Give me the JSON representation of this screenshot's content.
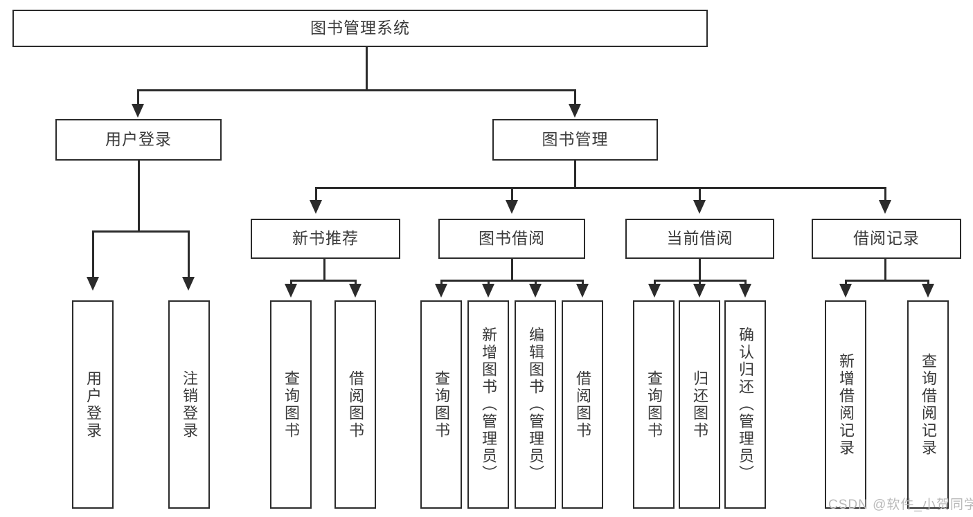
{
  "diagram": {
    "type": "tree",
    "title": "图书管理系统",
    "root": {
      "label": "图书管理系统"
    },
    "level1": [
      {
        "label": "用户登录"
      },
      {
        "label": "图书管理"
      }
    ],
    "level2": [
      {
        "label": "新书推荐",
        "parent": "图书管理"
      },
      {
        "label": "图书借阅",
        "parent": "图书管理"
      },
      {
        "label": "当前借阅",
        "parent": "图书管理"
      },
      {
        "label": "借阅记录",
        "parent": "图书管理"
      }
    ],
    "leaves": {
      "user_login": [
        {
          "label": "用户登录"
        },
        {
          "label": "注销登录"
        }
      ],
      "new_book_recommend": [
        {
          "label": "查询图书"
        },
        {
          "label": "借阅图书"
        }
      ],
      "book_borrow": [
        {
          "label": "查询图书"
        },
        {
          "label": "新增图书（管理员）"
        },
        {
          "label": "编辑图书（管理员）"
        },
        {
          "label": "借阅图书"
        }
      ],
      "current_borrow": [
        {
          "label": "查询图书"
        },
        {
          "label": "归还图书"
        },
        {
          "label": "确认归还（管理员）"
        }
      ],
      "borrow_record": [
        {
          "label": "新增借阅记录"
        },
        {
          "label": "查询借阅记录"
        }
      ]
    }
  },
  "watermark": {
    "text": "CSDN @软件_小贺同学"
  },
  "colors": {
    "stroke": "#2b2b2b",
    "text": "#3a3a3a",
    "background": "#ffffff",
    "watermark": "#b9b9b9"
  }
}
